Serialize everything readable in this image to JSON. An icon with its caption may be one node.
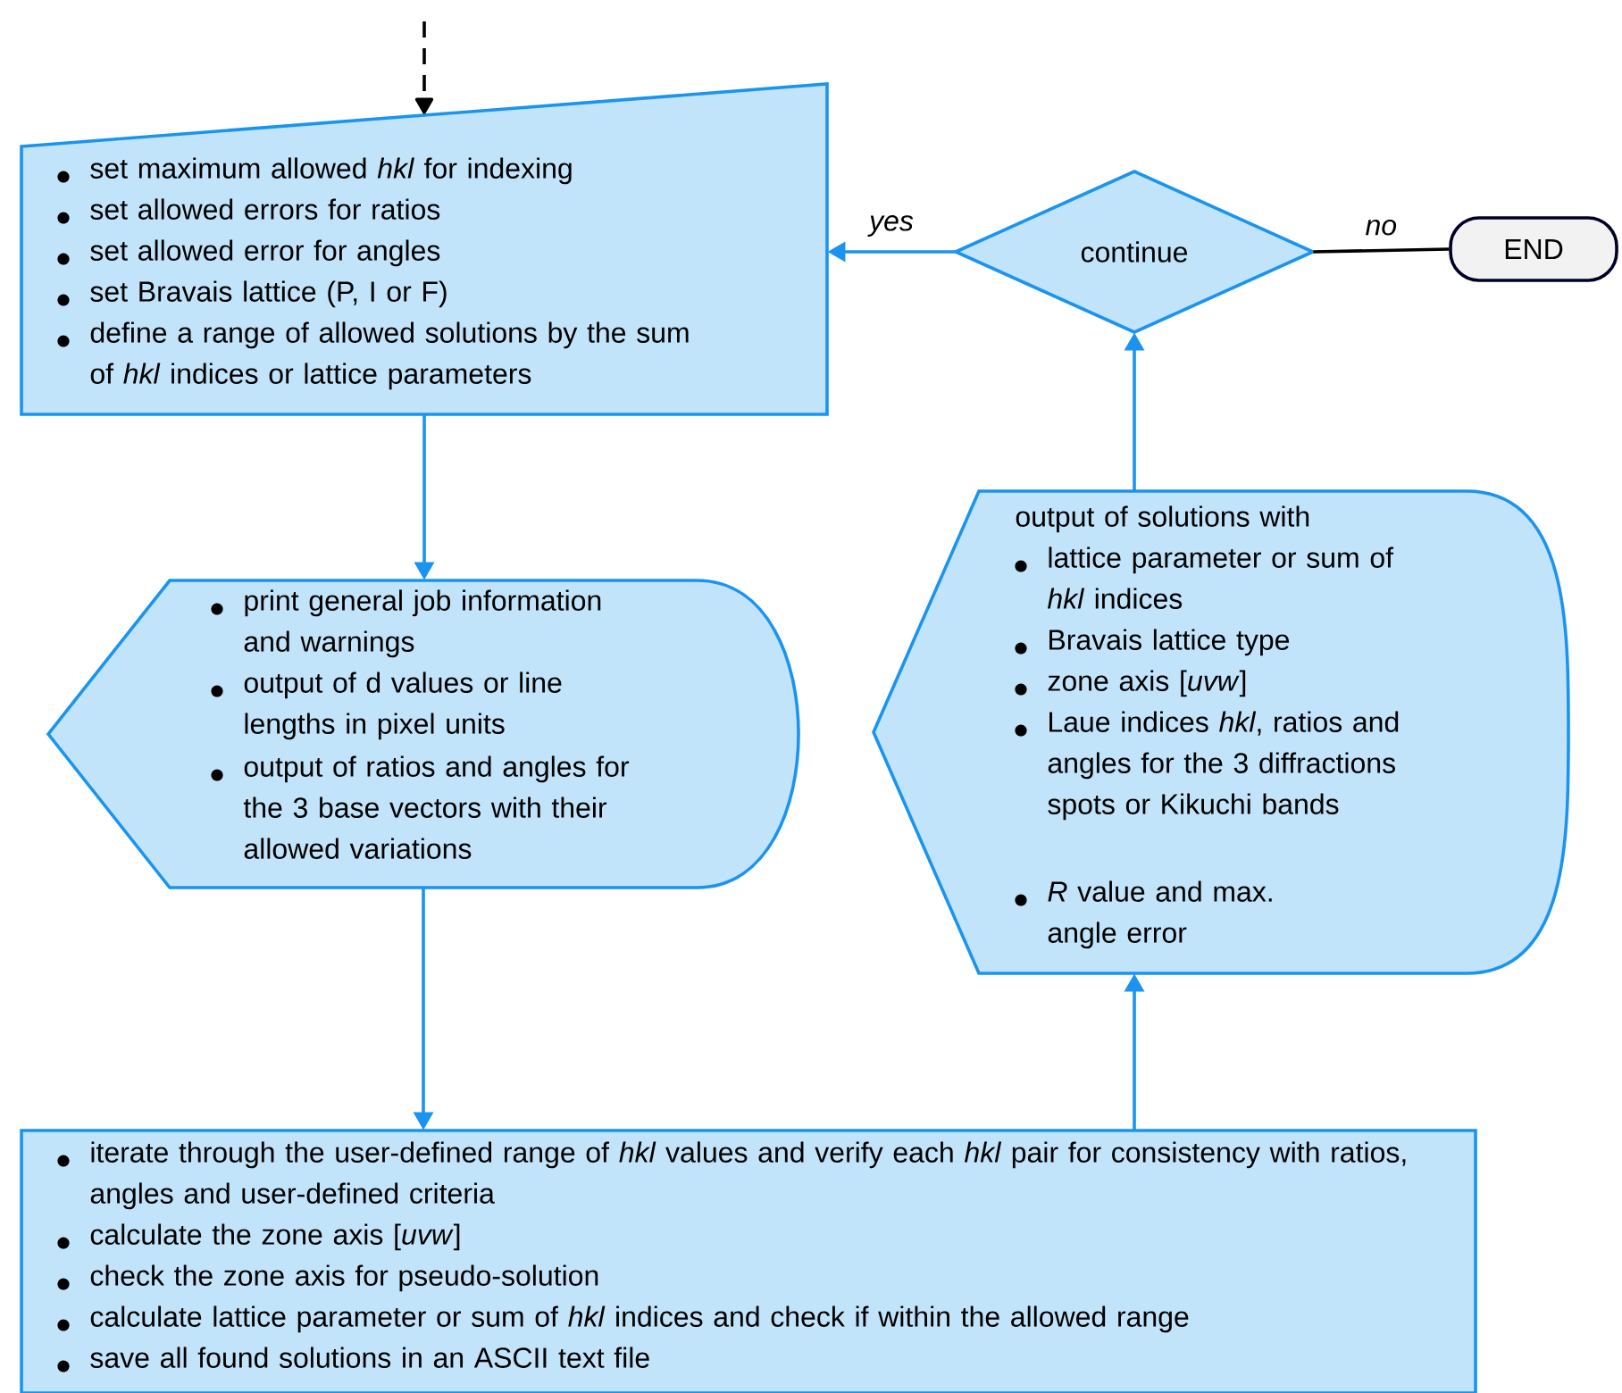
{
  "diagram": {
    "nodes": [
      {
        "text": [
          "set maximum allowed *hkl* for indexing",
          "set allowed errors for ratios",
          "set allowed error for angles",
          "set Bravais lattice (P, I or F)",
          "define a range of allowed solutions by the sum of *hkl* indices or lattice parameters"
        ]
      },
      {
        "text": [
          "continue"
        ]
      },
      {
        "text": [
          "END"
        ]
      },
      {
        "text": [
          "print general job information and warnings",
          "output of d values or line lengths in pixel units",
          "output of ratios and angles for the 3 base vectors with their allowed variations"
        ]
      },
      {
        "text": [
          "output of solutions with",
          "lattice parameter or sum of *hkl* indices",
          "Bravais lattice type",
          "zone axis [*uvw*]",
          "Laue indices *hkl*, ratios and angles for the 3 diffractions spots or Kikuchi bands",
          "*R* value and max. angle error"
        ]
      },
      {
        "text": [
          "iterate through the user-defined range of *hkl* values and verify each *hkl* pair for consistency with ratios, angles and user-defined criteria",
          "calculate the zone axis [*uvw*]",
          "check the zone axis for pseudo-solution",
          "calculate lattice parameter or sum of *hkl* indices and check if within the allowed range",
          "save all found solutions in an ASCII text file"
        ]
      }
    ],
    "edges": [
      {
        "from": null,
        "to": 0,
        "arrow": "to",
        "style": "dashed",
        "color": "#000000"
      },
      {
        "from": 0,
        "to": 3,
        "arrow": "to"
      },
      {
        "from": 3,
        "to": 5,
        "arrow": "to"
      },
      {
        "from": 5,
        "to": 4,
        "arrow": "to"
      },
      {
        "from": 4,
        "to": 1,
        "arrow": "to"
      },
      {
        "from": 1,
        "to": 0,
        "arrow": "to",
        "label": "yes"
      },
      {
        "from": 1,
        "to": 2,
        "arrow": "none",
        "label": "no",
        "color": "#000000"
      }
    ]
  }
}
